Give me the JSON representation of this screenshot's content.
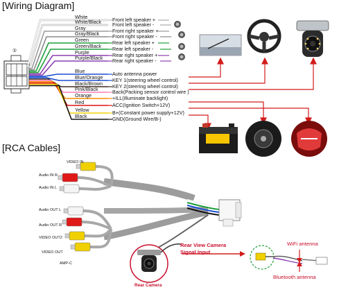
{
  "wiring": {
    "title": "[Wiring Diagram]",
    "connector_number": "①",
    "wires": [
      {
        "label": "White",
        "color": "#ffffff"
      },
      {
        "label": "White/Black",
        "color": "#f2f2f2"
      },
      {
        "label": "Gray",
        "color": "#9a9a9a"
      },
      {
        "label": "Gray/Black",
        "color": "#8a8a8a"
      },
      {
        "label": "Green",
        "color": "#1e9e3a"
      },
      {
        "label": "Green/Back",
        "color": "#1e9e3a"
      },
      {
        "label": "Purple",
        "color": "#8a3fb0"
      },
      {
        "label": "Purple/Black",
        "color": "#8a3fb0"
      },
      {
        "label": "Blue",
        "color": "#1a4fd0"
      },
      {
        "label": "Blue/Orange",
        "color": "#1a4fd0"
      },
      {
        "label": "Black/Brown",
        "color": "#3b2a20"
      },
      {
        "label": "Pink/Black",
        "color": "#ff7fb0"
      },
      {
        "label": "Orange",
        "color": "#ff8a00"
      },
      {
        "label": "Red",
        "color": "#e01010"
      },
      {
        "label": "Yellow",
        "color": "#f0d000"
      },
      {
        "label": "Black",
        "color": "#111111"
      }
    ],
    "functions": [
      "Front left speaker +",
      "Front left speaker -",
      "Front right speaker +",
      "Front right speaker -",
      "Rear left speaker +",
      "Rear left speaker -",
      "Rear right speaker +",
      "Rear right speaker -",
      "Auto antenna power",
      "KEY 1(steering wheel control)",
      "KEY 2(steering wheel control)",
      "Back(Packing sensor control wire )",
      "+ILL(Illuminate backlight)",
      "ACC(Ignition Switch+12V)",
      "B+(Constant power supply+12V)",
      "GND(Ground Wire/B-)"
    ]
  },
  "rca": {
    "title": "[RCA Cables]",
    "labels": [
      "VIDEO IN",
      "Audio IN R",
      "Audio IN L",
      "Audio OUT L",
      "Audio OUT R",
      "VIDEO OUT2",
      "VIDEO OUT",
      "AMP-C"
    ],
    "plug_colors": [
      "#f0d000",
      "#e01818",
      "#f4f4f4",
      "#f4f4f4",
      "#e01818",
      "#f0d000",
      "#f0d000"
    ],
    "camera_title_line1": "Rear View Camera",
    "camera_title_line2": "Signal Input",
    "camera_label": "Rear Camera",
    "wifi_label": "WiFi antenna",
    "bluetooth_label": "Bluetooth antenna"
  },
  "colors": {
    "accent_red": "#c8102e",
    "arrow_red": "#d31b1b"
  }
}
